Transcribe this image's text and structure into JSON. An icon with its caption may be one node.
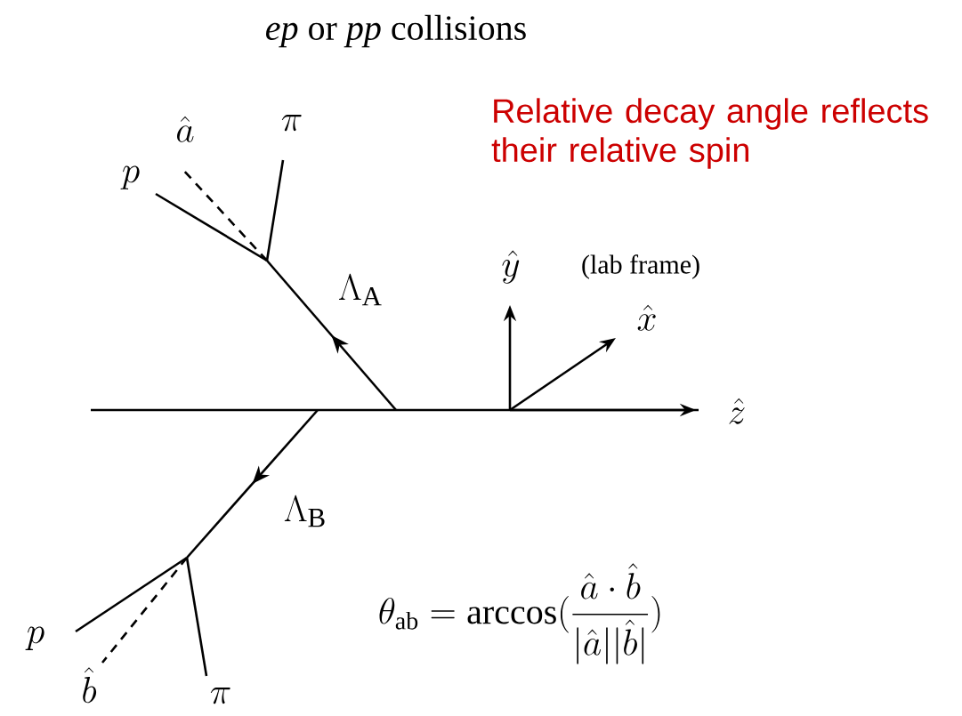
{
  "diagram": {
    "title": "*ep* or *pp* collisions",
    "labels": [
      "Relative decay angle reflects their relative spin",
      "\\hat{a}",
      "\\pi",
      "p",
      "\\Lambda_{\\mathrm{A}}",
      "\\hat{y}",
      "(lab frame)",
      "\\hat{x}",
      "\\hat{z}",
      "\\Lambda_{\\mathrm{B}}",
      "p",
      "\\hat{b}",
      "\\pi",
      "\\theta_{\\mathrm{ab}} = \\arccos(\\frac{\\hat{a}\\cdot\\hat{b}}{|\\hat{a}||\\hat{b}|})"
    ]
  }
}
